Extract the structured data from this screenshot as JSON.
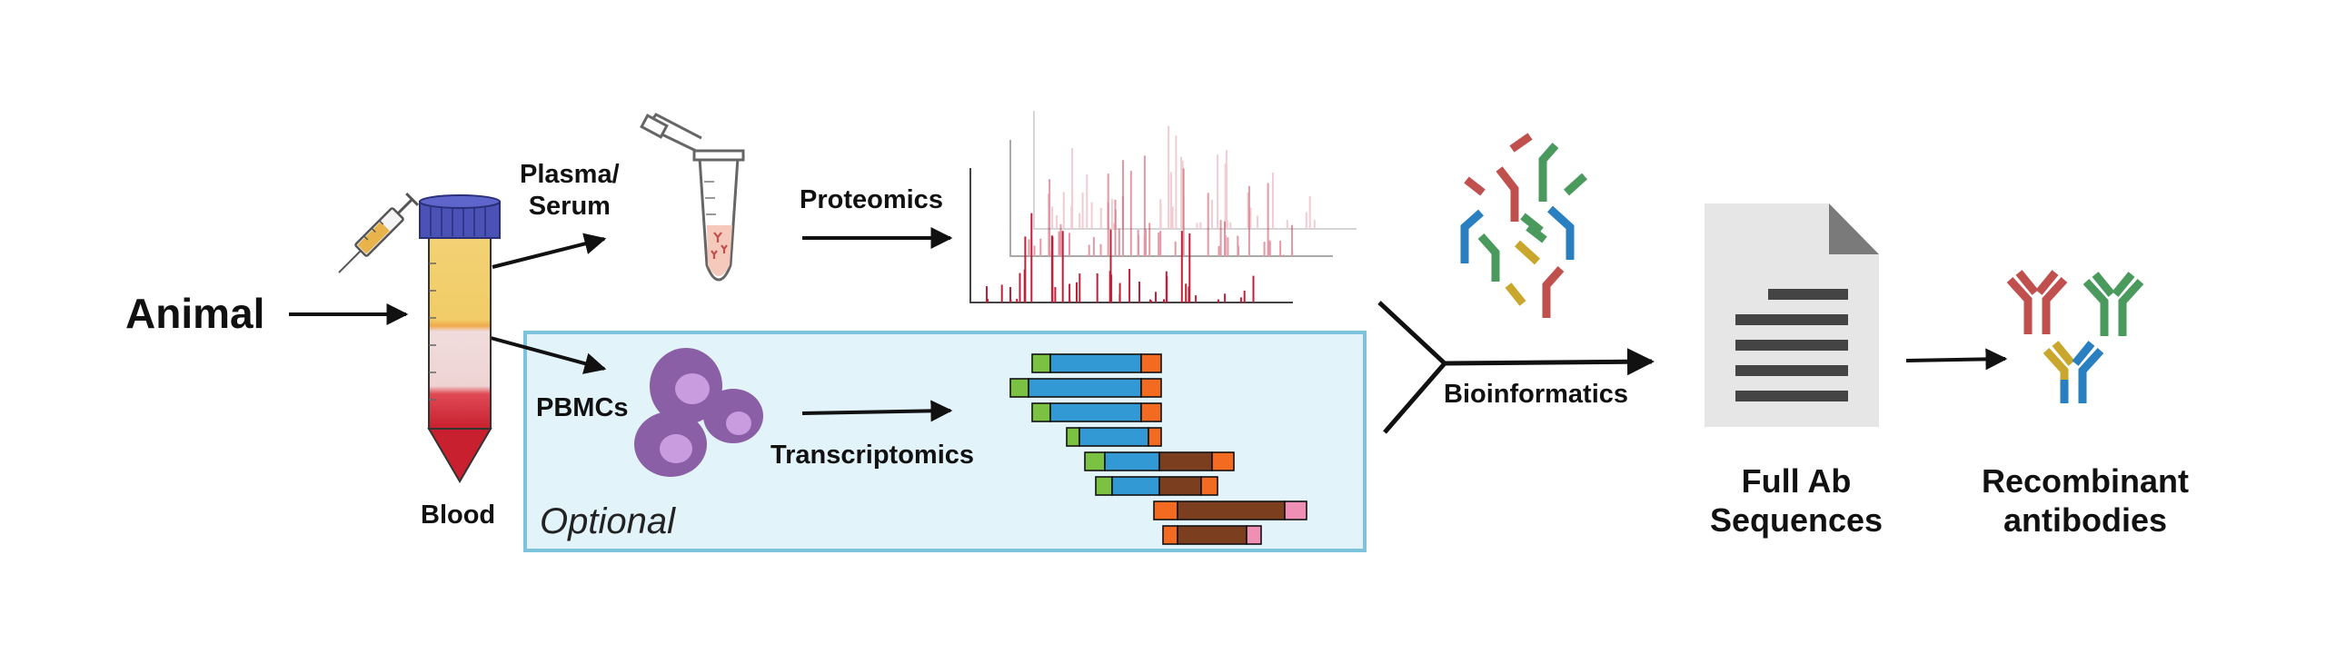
{
  "labels": {
    "animal": "Animal",
    "plasma_line1": "Plasma/",
    "plasma_line2": "Serum",
    "proteomics": "Proteomics",
    "blood": "Blood",
    "pbmcs": "PBMCs",
    "transcriptomics": "Transcriptomics",
    "optional": "Optional",
    "bioinformatics": "Bioinformatics",
    "full_ab_line1": "Full Ab",
    "full_ab_line2": "Sequences",
    "recombinant_line1": "Recombinant",
    "recombinant_line2": "antibodies"
  },
  "colors": {
    "antibody_red": "#c0504d",
    "antibody_green": "#4a9a5e",
    "antibody_blue": "#2a7fc1",
    "antibody_yellow": "#c9a72c",
    "optional_box_fill": "#e2f3fa",
    "optional_box_border": "#7cc3db",
    "spectrum_peak": "#c2203a",
    "contig_green": "#7cc242",
    "contig_blue": "#3399d4",
    "contig_orange": "#f26b21",
    "contig_brown": "#7b3f1f",
    "contig_pink": "#ee8fb3",
    "cell_purple": "#8a5fa6",
    "cell_nucleus": "#c99bdf",
    "tube_cap": "#4b52b5",
    "document_gray": "#e6e6e6",
    "document_fold": "#7a7a7a"
  },
  "icons": [
    "syringe-icon",
    "falcon-tube-icon",
    "microtube-icon",
    "mass-spectra-icon",
    "pbmc-cells-icon",
    "sequence-contigs-icon",
    "antibody-fragments-icon",
    "document-icon",
    "recombinant-antibodies-icon"
  ]
}
